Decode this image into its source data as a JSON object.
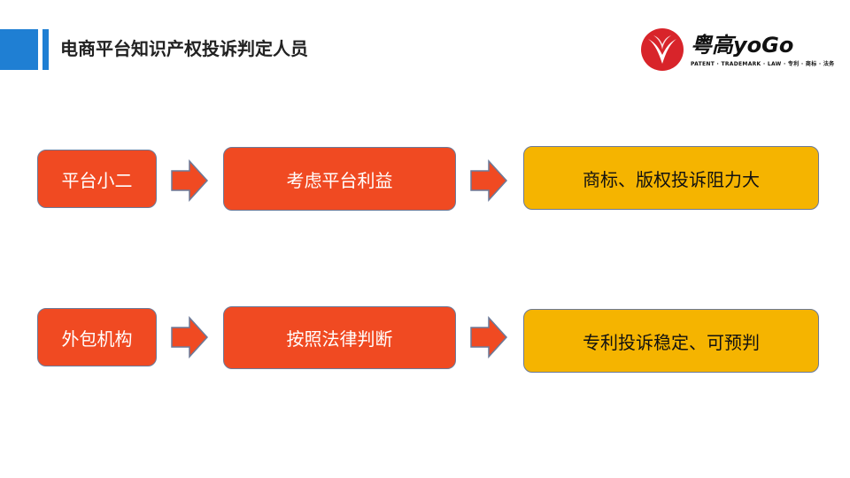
{
  "header": {
    "title": "电商平台知识产权投诉判定人员"
  },
  "logo": {
    "text": "粤高yoGo",
    "subtitle": "PATENT · TRADEMARK · LAW · 专利 · 商标 · 法务"
  },
  "rows": [
    {
      "source": "平台小二",
      "basis": "考虑平台利益",
      "result": "商标、版权投诉阻力大"
    },
    {
      "source": "外包机构",
      "basis": "按照法律判断",
      "result": "专利投诉稳定、可预判"
    }
  ],
  "colors": {
    "accent": "#1f7fd3",
    "red": "#f04a22",
    "yellow": "#f5b400"
  },
  "icons": [
    "arrow-right-icon",
    "logo-icon"
  ]
}
